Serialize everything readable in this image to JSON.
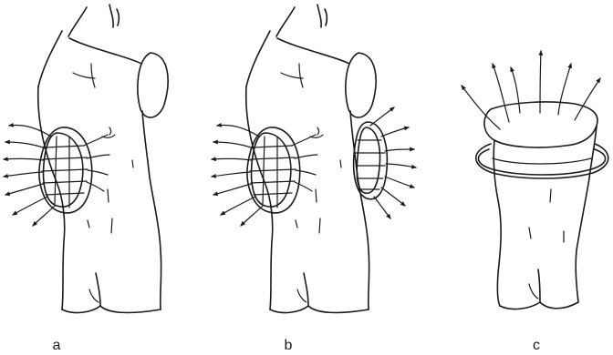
{
  "figure": {
    "panels": [
      {
        "id": "a",
        "label": "a"
      },
      {
        "id": "b",
        "label": "b"
      },
      {
        "id": "c",
        "label": "c"
      }
    ]
  }
}
